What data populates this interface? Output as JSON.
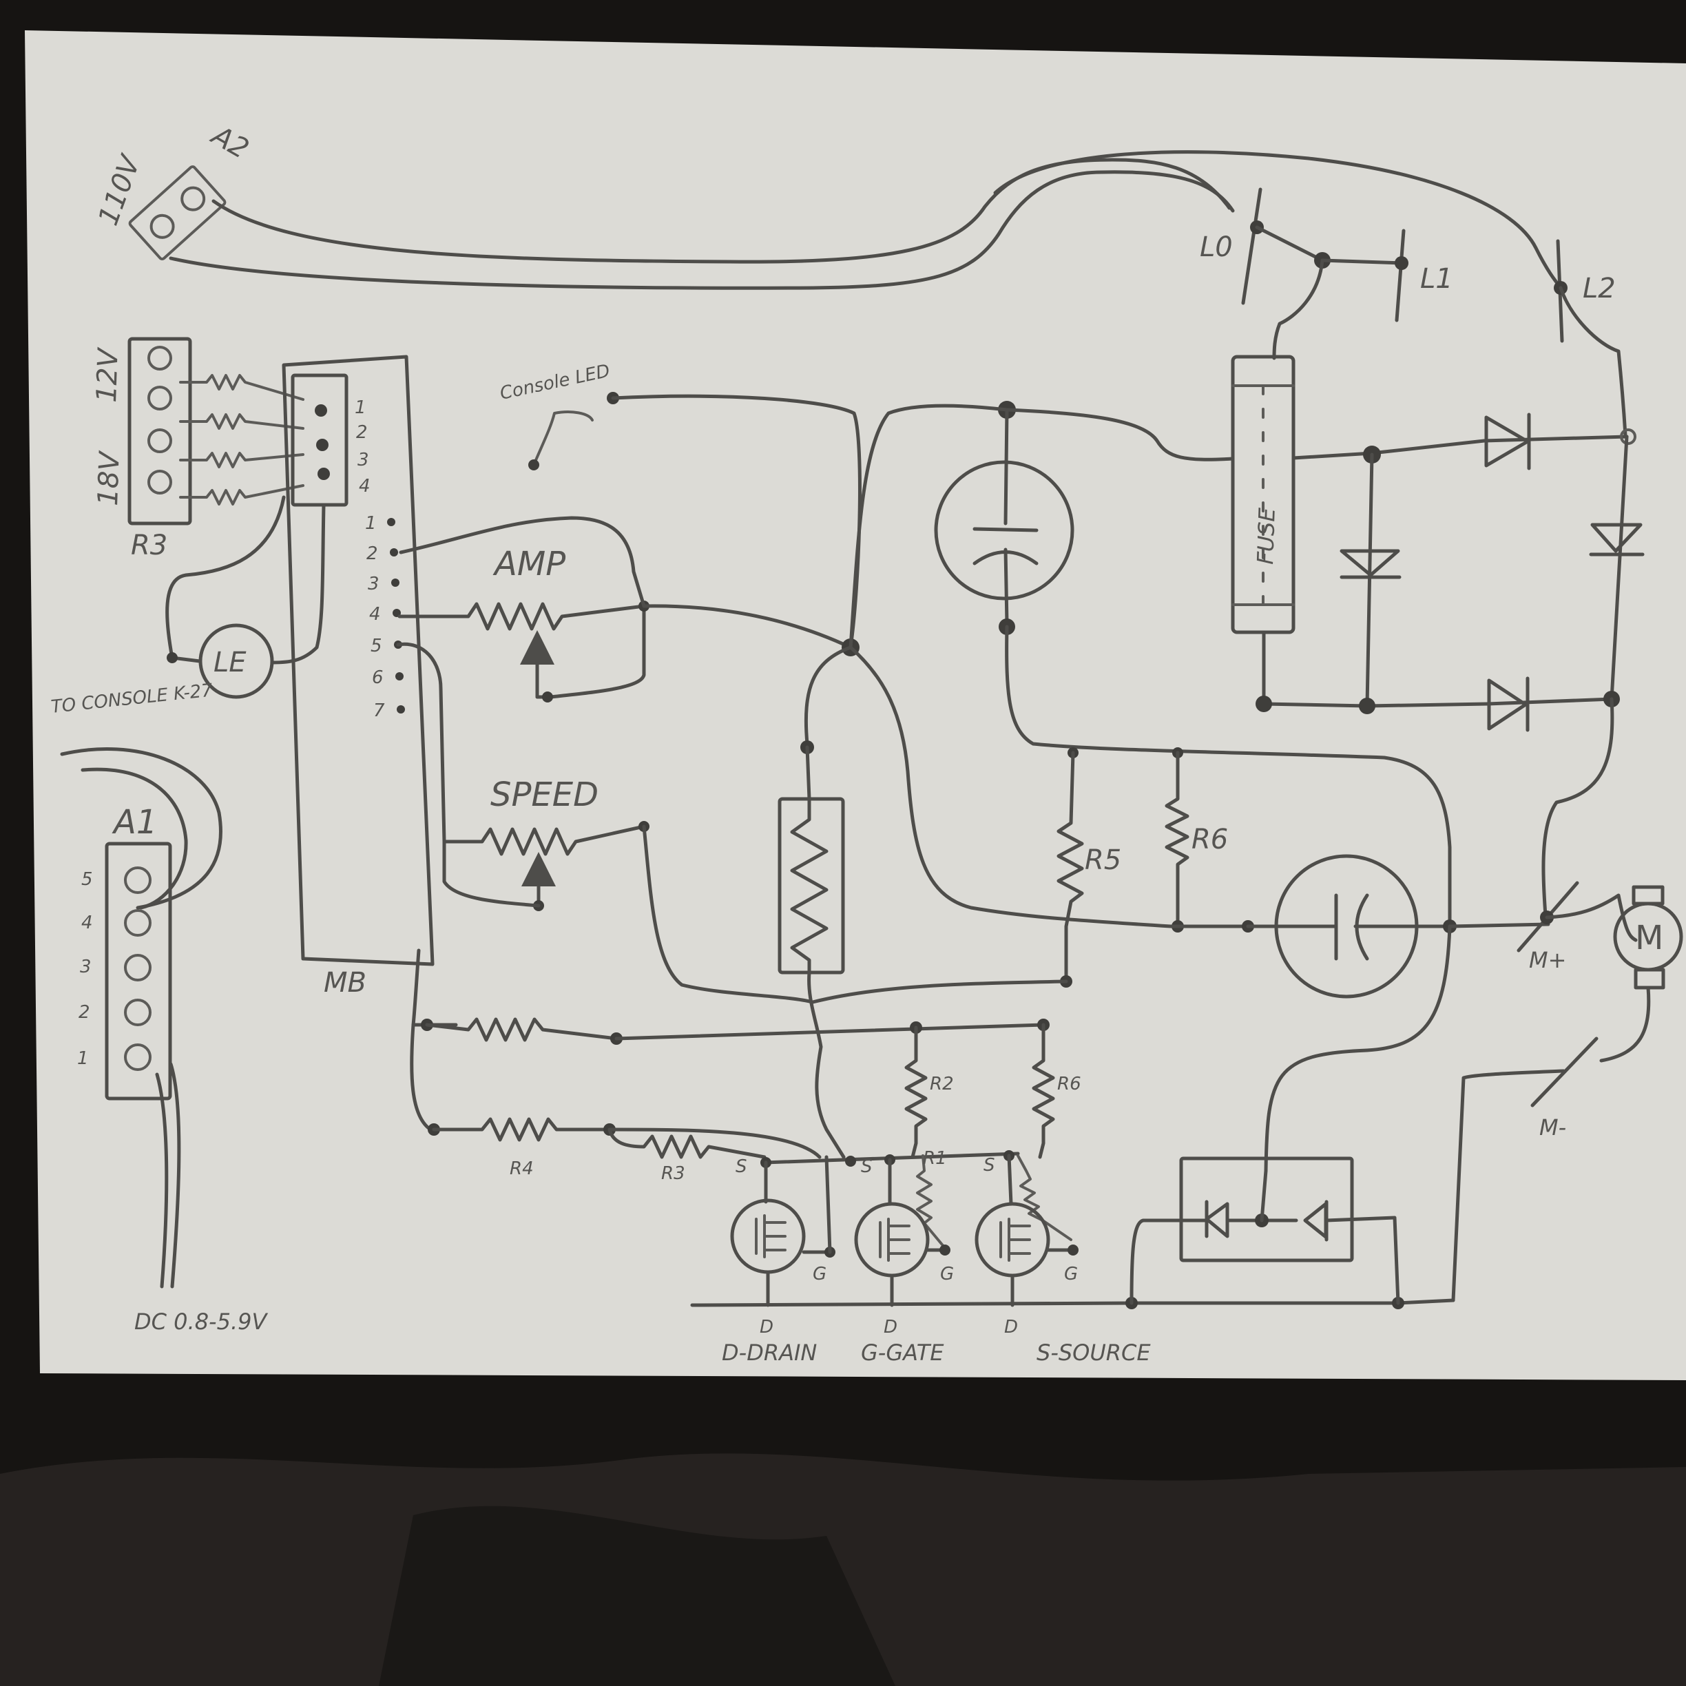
{
  "power_in_label": "110V",
  "power_in_connector_label": "A2",
  "console_led_label": "Console LED",
  "voltage_selector_labels": [
    "12V",
    "18V"
  ],
  "voltage_selector_name": "R3",
  "led_label": "LE",
  "to_console_label": "TO CONSOLE K-27",
  "connector_a1_label": "A1",
  "connector_a1_pins": [
    "5",
    "4",
    "3",
    "2",
    "1"
  ],
  "dc_label": "DC 0.8-5.9V",
  "mb_label": "MB",
  "mb_header_pins": [
    "1",
    "2",
    "3",
    "4"
  ],
  "mb_pins": [
    "1",
    "2",
    "3",
    "4",
    "5",
    "6",
    "7"
  ],
  "amp_label": "AMP",
  "speed_label": "SPEED",
  "l0_label": "L0",
  "l1_label": "L1",
  "l2_label": "L2",
  "fuse_label": "FUSE",
  "r5_label": "R5",
  "r6_label": "R6",
  "r1_label": "R1",
  "r2_label": "R2",
  "r3_label": "R3",
  "r4_label": "R4",
  "m_plus_label": "M+",
  "m_minus_label": "M-",
  "motor_label": "M",
  "mosfet_source_label": "S",
  "mosfet_gate_label": "G",
  "mosfet_drain_label": "D",
  "legend_drain": "D-DRAIN",
  "legend_gate": "G-GATE",
  "legend_source": "S-SOURCE"
}
